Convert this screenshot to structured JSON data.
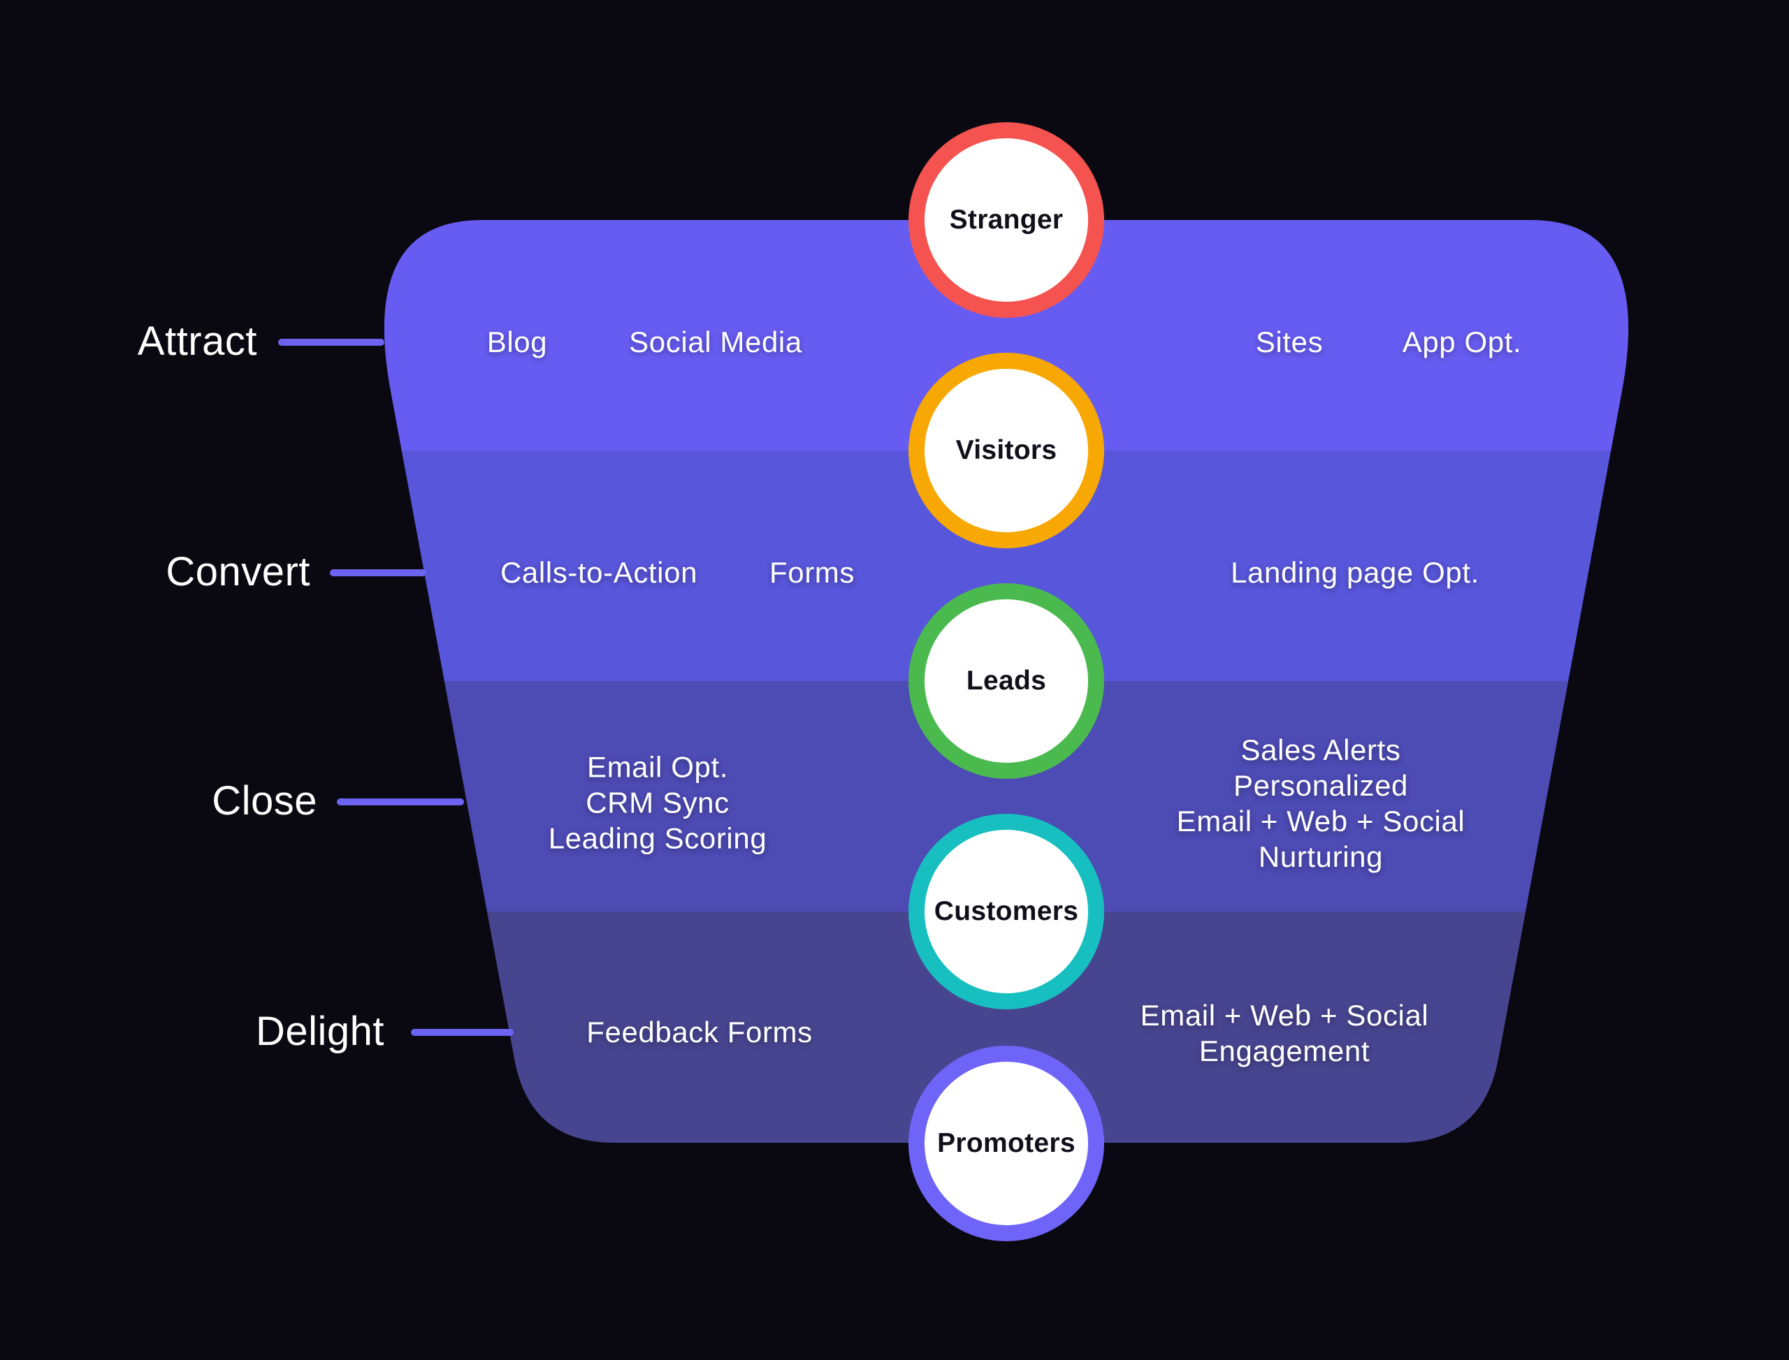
{
  "background_color": "#0A0911",
  "funnel": {
    "connector_color": "#6C63F1",
    "bands": [
      {
        "stage": "Attract",
        "color": "#675CF1"
      },
      {
        "stage": "Convert",
        "color": "#5856DA"
      },
      {
        "stage": "Close",
        "color": "#4D4BB4"
      },
      {
        "stage": "Delight",
        "color": "#47458F"
      }
    ]
  },
  "stage_labels": [
    "Attract",
    "Convert",
    "Close",
    "Delight"
  ],
  "nodes": [
    {
      "label": "Stranger",
      "ring_color": "#F4534F"
    },
    {
      "label": "Visitors",
      "ring_color": "#F7A804"
    },
    {
      "label": "Leads",
      "ring_color": "#4ABA4E"
    },
    {
      "label": "Customers",
      "ring_color": "#18BFC0"
    },
    {
      "label": "Promoters",
      "ring_color": "#6E64F7"
    }
  ],
  "tools": {
    "attract": [
      "Blog",
      "Social Media",
      "Sites",
      "App Opt."
    ],
    "convert": [
      "Calls-to-Action",
      "Forms",
      "Landing page Opt."
    ],
    "close_left": [
      "Email Opt.",
      "CRM Sync",
      "Leading Scoring"
    ],
    "close_right": [
      "Sales Alerts",
      "Personalized",
      "Email + Web + Social",
      "Nurturing"
    ],
    "delight_left": [
      "Feedback Forms"
    ],
    "delight_right": [
      "Email + Web + Social",
      "Engagement"
    ]
  }
}
